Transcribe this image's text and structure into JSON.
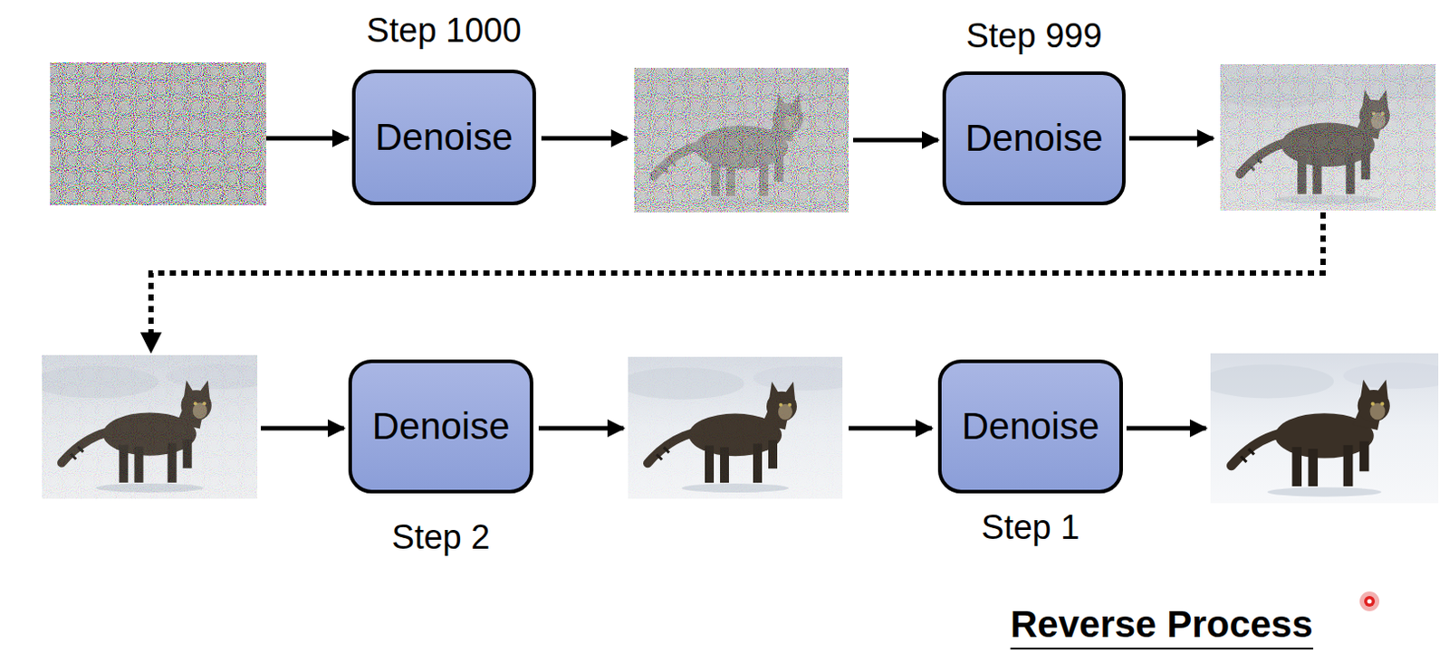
{
  "diagram": {
    "nodes": [
      {
        "text": [
          "Step 1000",
          "Denoise"
        ]
      },
      {
        "text": [
          "Step 999",
          "Denoise"
        ]
      },
      {
        "text": [
          "Denoise",
          "Step 2"
        ]
      },
      {
        "text": [
          "Denoise",
          "Step 1"
        ]
      }
    ],
    "labels": [
      "Reverse Process"
    ]
  }
}
